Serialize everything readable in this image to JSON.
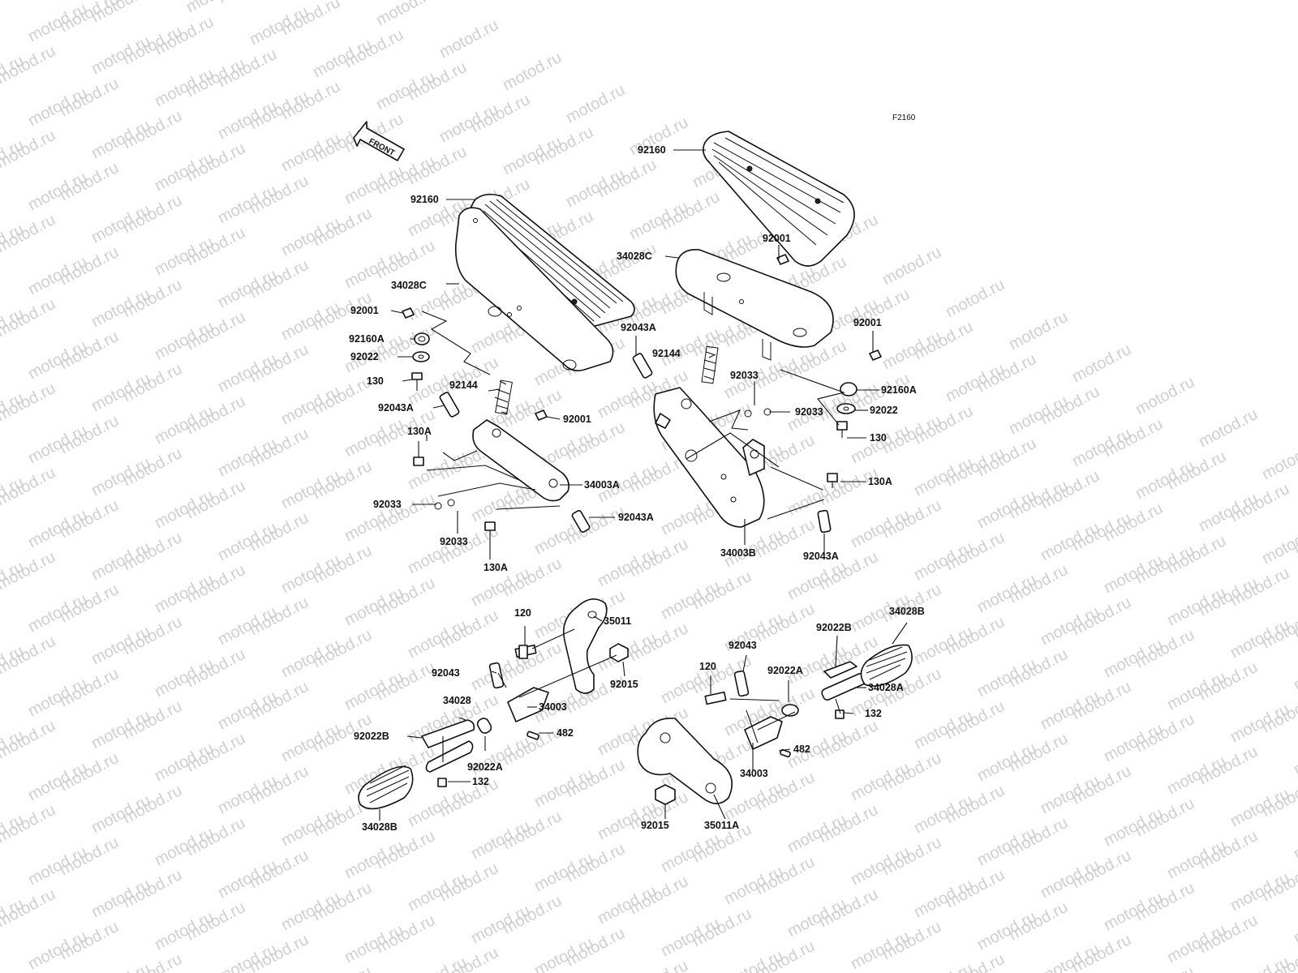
{
  "diagram": {
    "code": "F2160",
    "front_label": "FRONT",
    "watermark": "motod.ru",
    "labels": [
      {
        "id": "l1",
        "text": "92160"
      },
      {
        "id": "l2",
        "text": "92160"
      },
      {
        "id": "l3",
        "text": "34028C"
      },
      {
        "id": "l4",
        "text": "92001"
      },
      {
        "id": "l5",
        "text": "34028C"
      },
      {
        "id": "l6",
        "text": "92001"
      },
      {
        "id": "l7",
        "text": "92160A"
      },
      {
        "id": "l8",
        "text": "92043A"
      },
      {
        "id": "l9",
        "text": "92022"
      },
      {
        "id": "l10",
        "text": "92144"
      },
      {
        "id": "l11",
        "text": "92001"
      },
      {
        "id": "l12",
        "text": "130"
      },
      {
        "id": "l13",
        "text": "92144"
      },
      {
        "id": "l14",
        "text": "92033"
      },
      {
        "id": "l15",
        "text": "92160A"
      },
      {
        "id": "l16",
        "text": "92043A"
      },
      {
        "id": "l17",
        "text": "92001"
      },
      {
        "id": "l18",
        "text": "92033"
      },
      {
        "id": "l19",
        "text": "92022"
      },
      {
        "id": "l20",
        "text": "130A"
      },
      {
        "id": "l21",
        "text": "130"
      },
      {
        "id": "l22",
        "text": "34003A"
      },
      {
        "id": "l23",
        "text": "130A"
      },
      {
        "id": "l24",
        "text": "92033"
      },
      {
        "id": "l25",
        "text": "92043A"
      },
      {
        "id": "l26",
        "text": "92033"
      },
      {
        "id": "l27",
        "text": "34003B"
      },
      {
        "id": "l28",
        "text": "92043A"
      },
      {
        "id": "l29",
        "text": "130A"
      },
      {
        "id": "l30",
        "text": "120"
      },
      {
        "id": "l31",
        "text": "35011"
      },
      {
        "id": "l32",
        "text": "34028B"
      },
      {
        "id": "l33",
        "text": "92043"
      },
      {
        "id": "l34",
        "text": "92022B"
      },
      {
        "id": "l35",
        "text": "92043"
      },
      {
        "id": "l36",
        "text": "92015"
      },
      {
        "id": "l37",
        "text": "120"
      },
      {
        "id": "l38",
        "text": "92022A"
      },
      {
        "id": "l39",
        "text": "34028A"
      },
      {
        "id": "l40",
        "text": "34028"
      },
      {
        "id": "l41",
        "text": "34003"
      },
      {
        "id": "l42",
        "text": "132"
      },
      {
        "id": "l43",
        "text": "92022B"
      },
      {
        "id": "l44",
        "text": "482"
      },
      {
        "id": "l45",
        "text": "92022A"
      },
      {
        "id": "l46",
        "text": "482"
      },
      {
        "id": "l47",
        "text": "132"
      },
      {
        "id": "l48",
        "text": "34003"
      },
      {
        "id": "l49",
        "text": "34028B"
      },
      {
        "id": "l50",
        "text": "92015"
      },
      {
        "id": "l51",
        "text": "35011A"
      }
    ]
  }
}
